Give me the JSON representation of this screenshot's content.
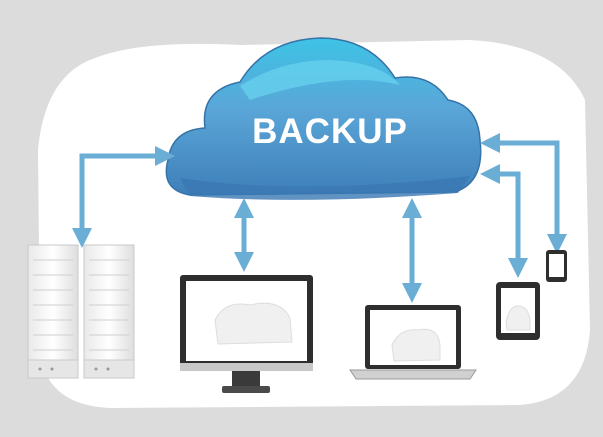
{
  "diagram": {
    "title": "BACKUP",
    "nodes": [
      {
        "id": "cloud",
        "icon": "cloud-icon",
        "label": "BACKUP"
      },
      {
        "id": "server-1",
        "icon": "server-rack-icon"
      },
      {
        "id": "server-2",
        "icon": "server-rack-icon"
      },
      {
        "id": "desktop",
        "icon": "desktop-monitor-icon"
      },
      {
        "id": "laptop",
        "icon": "laptop-icon"
      },
      {
        "id": "tablet",
        "icon": "tablet-icon"
      },
      {
        "id": "phone",
        "icon": "smartphone-icon"
      }
    ],
    "edges": [
      {
        "from": "cloud",
        "to": "server-1",
        "direction": "both"
      },
      {
        "from": "cloud",
        "to": "desktop",
        "direction": "both"
      },
      {
        "from": "cloud",
        "to": "laptop",
        "direction": "both"
      },
      {
        "from": "cloud",
        "to": "tablet",
        "direction": "both"
      },
      {
        "from": "cloud",
        "to": "phone",
        "direction": "both"
      }
    ]
  },
  "colors": {
    "background": "#dcdcdc",
    "panel": "#ffffff",
    "cloud_top": "#3ec3e6",
    "cloud_body": "#5a9fd4",
    "cloud_bottom": "#3a78b3",
    "arrow": "#6aaed6",
    "device_frame": "#3a3a3a"
  }
}
